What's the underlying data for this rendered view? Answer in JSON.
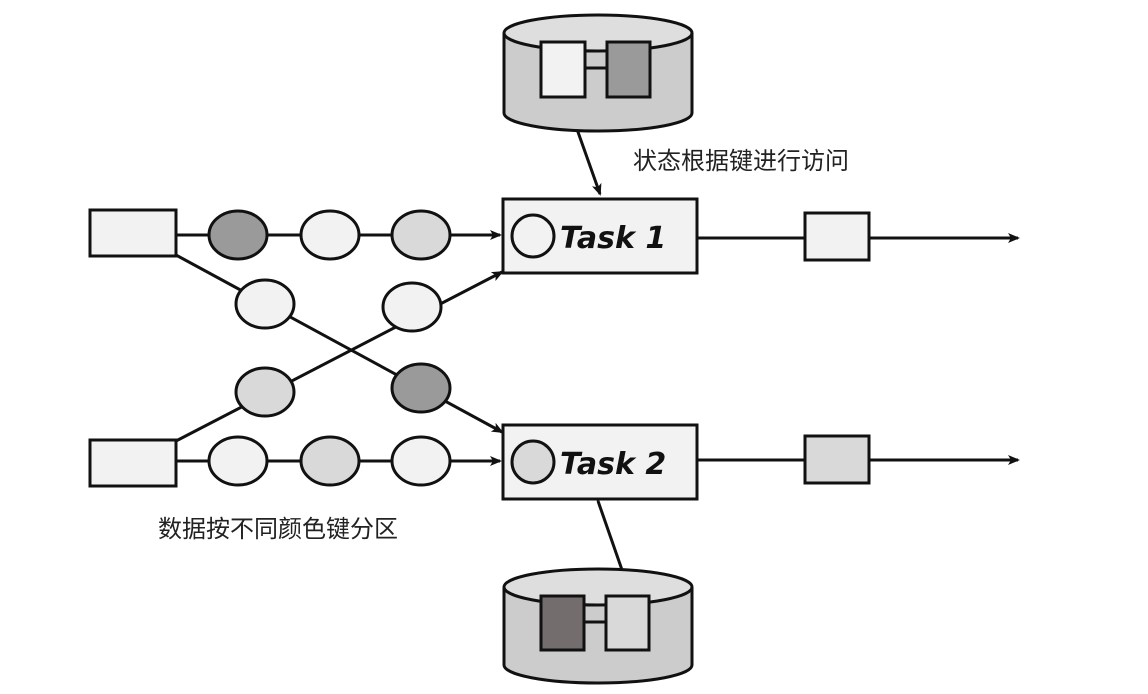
{
  "labels": {
    "state_access": "状态根据键进行访问",
    "partition": "数据按不同颜色键分区"
  },
  "tasks": [
    {
      "label": "Task 1"
    },
    {
      "label": "Task 2"
    }
  ],
  "colors": {
    "outline": "#111111",
    "white": "#f2f2f2",
    "light": "#d9d9d9",
    "dark": "#9a9a9a",
    "darkest": "#736d6d",
    "store_body": "#cccccc",
    "store_top": "#dedede"
  }
}
